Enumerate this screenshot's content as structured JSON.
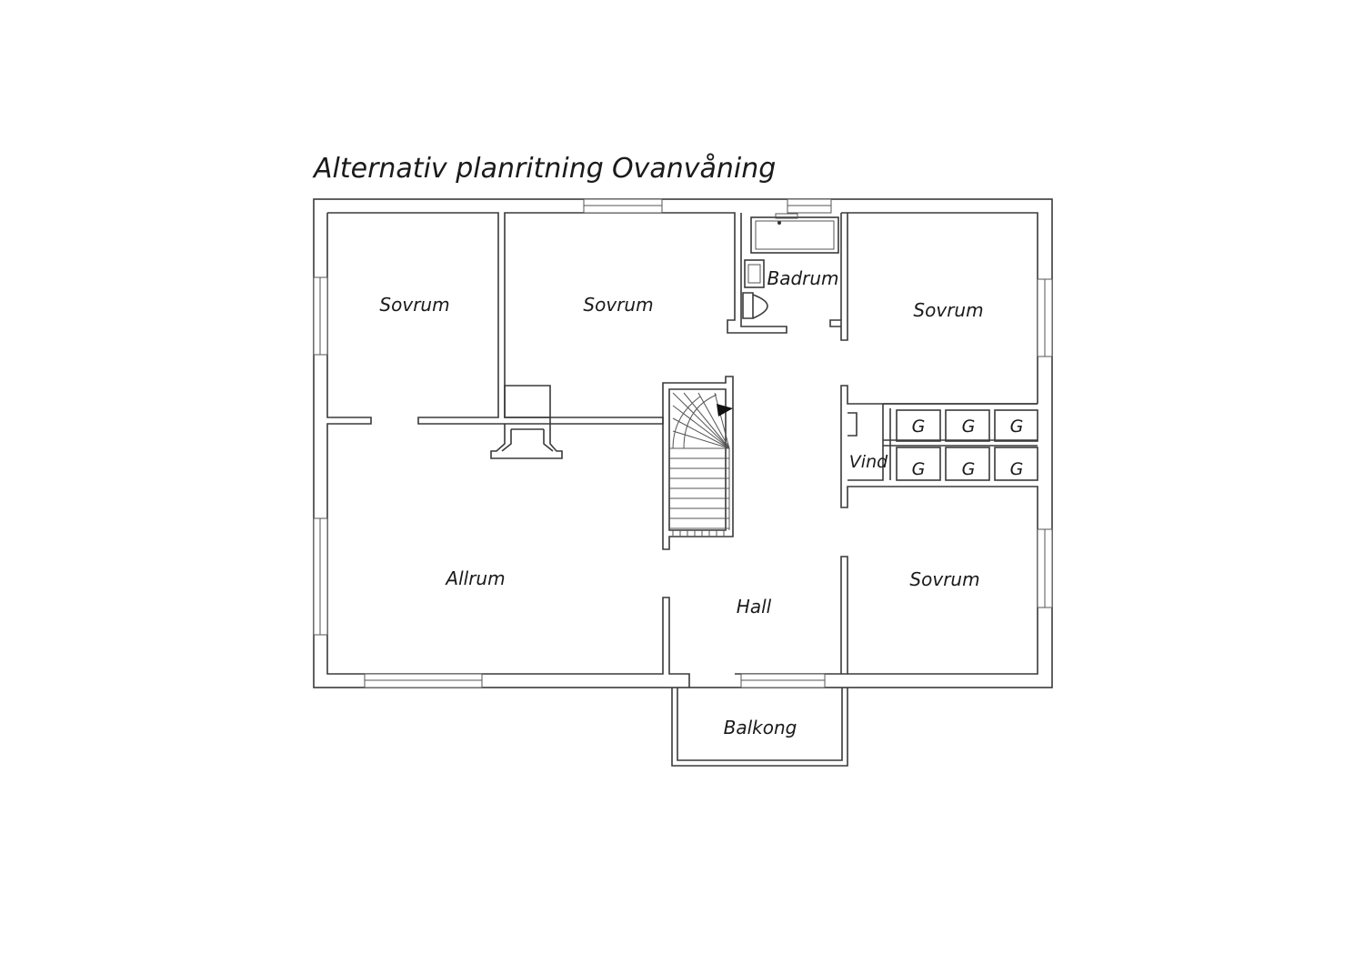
{
  "title": {
    "main": "Alternativ planritning",
    "floor": "Ovanvåning"
  },
  "rooms": {
    "sovrum_nw": "Sovrum",
    "sovrum_n": "Sovrum",
    "badrum": "Badrum",
    "sovrum_ne": "Sovrum",
    "sovrum_se": "Sovrum",
    "allrum": "Allrum",
    "hall": "Hall",
    "vind": "Vind",
    "balkong": "Balkong"
  },
  "closets": [
    "G",
    "G",
    "G",
    "G",
    "G",
    "G"
  ]
}
